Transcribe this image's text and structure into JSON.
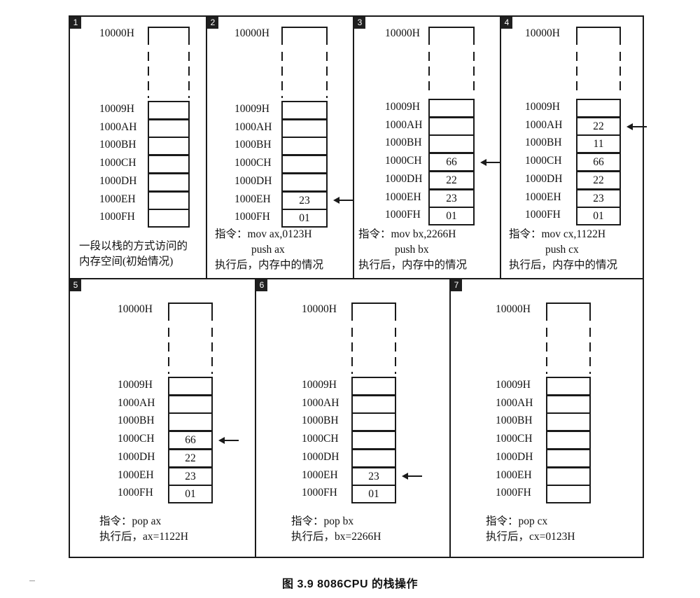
{
  "addresses": [
    "10009H",
    "1000AH",
    "1000BH",
    "1000CH",
    "1000DH",
    "1000EH",
    "1000FH"
  ],
  "top_address": "10000H",
  "panels": [
    {
      "num": "1",
      "cells": [
        "",
        "",
        "",
        "",
        "",
        "",
        ""
      ],
      "pointer_row": null,
      "note": [
        "一段以栈的方式访问的",
        "内存空间(初始情况)"
      ]
    },
    {
      "num": "2",
      "cells": [
        "",
        "",
        "",
        "",
        "",
        "23",
        "01"
      ],
      "pointer_row": 5,
      "note": [
        "指令：mov ax,0123H",
        "push ax",
        "执行后，内存中的情况"
      ]
    },
    {
      "num": "3",
      "cells": [
        "",
        "",
        "",
        "66",
        "22",
        "23",
        "01"
      ],
      "pointer_row": 3,
      "note": [
        "指令：mov bx,2266H",
        "push bx",
        "执行后，内存中的情况"
      ]
    },
    {
      "num": "4",
      "cells": [
        "",
        "22",
        "11",
        "66",
        "22",
        "23",
        "01"
      ],
      "pointer_row": 1,
      "note": [
        "指令：mov cx,1122H",
        "push cx",
        "执行后，内存中的情况"
      ]
    },
    {
      "num": "5",
      "cells": [
        "",
        "",
        "",
        "66",
        "22",
        "23",
        "01"
      ],
      "pointer_row": 3,
      "note": [
        "指令：pop ax",
        "执行后，ax=1122H"
      ]
    },
    {
      "num": "6",
      "cells": [
        "",
        "",
        "",
        "",
        "",
        "23",
        "01"
      ],
      "pointer_row": 5,
      "note": [
        "指令：pop bx",
        "执行后，bx=2266H"
      ]
    },
    {
      "num": "7",
      "cells": [
        "",
        "",
        "",
        "",
        "",
        "",
        ""
      ],
      "pointer_row": null,
      "note": [
        "指令：pop cx",
        "执行后，cx=0123H"
      ]
    }
  ],
  "caption": "图 3.9   8086CPU 的栈操作",
  "colors": {
    "line": "#1a1a1a",
    "background": "#ffffff",
    "badge": "#1f1f1f"
  }
}
